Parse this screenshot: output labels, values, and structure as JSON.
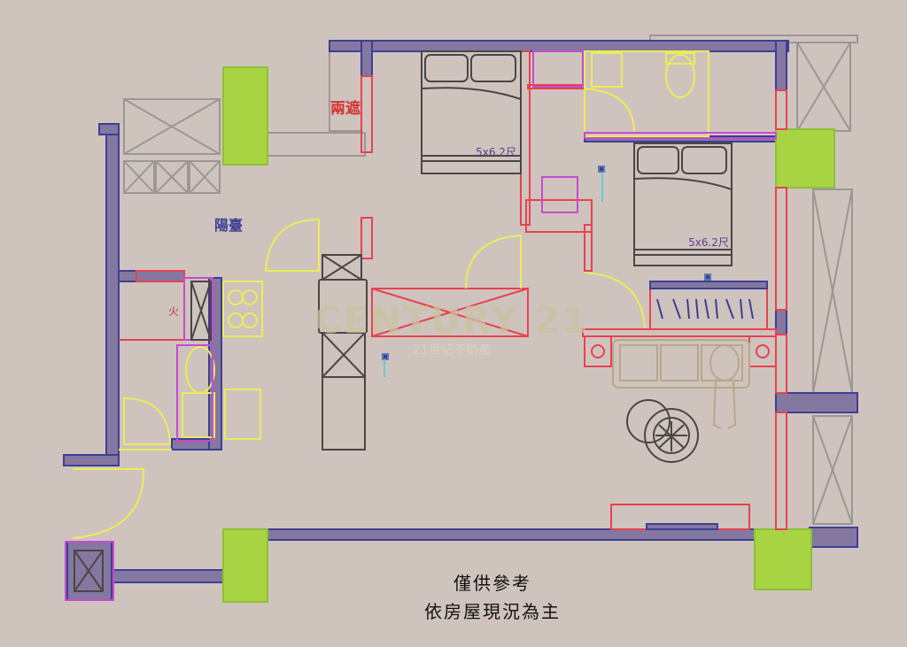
{
  "labels": {
    "balcony": "陽臺",
    "rain_shelter": "兩遮",
    "bed_size_1": "5x6.2尺",
    "bed_size_2": "5x6.2尺",
    "fire_mark": "火"
  },
  "watermark": {
    "brand": "CENTURY 21",
    "subtitle": "21世紀不動產"
  },
  "footer": {
    "line1": "僅供參考",
    "line2": "依房屋現況為主"
  },
  "colors": {
    "background": "#cfc3be",
    "wall": "#8478a0",
    "wall_stroke": "#3d3f95",
    "column": "#a8d444",
    "furniture": "#4a4646",
    "window_red": "#e8424f",
    "fixture_yellow": "#ecec58",
    "magenta": "#c74bd0"
  }
}
